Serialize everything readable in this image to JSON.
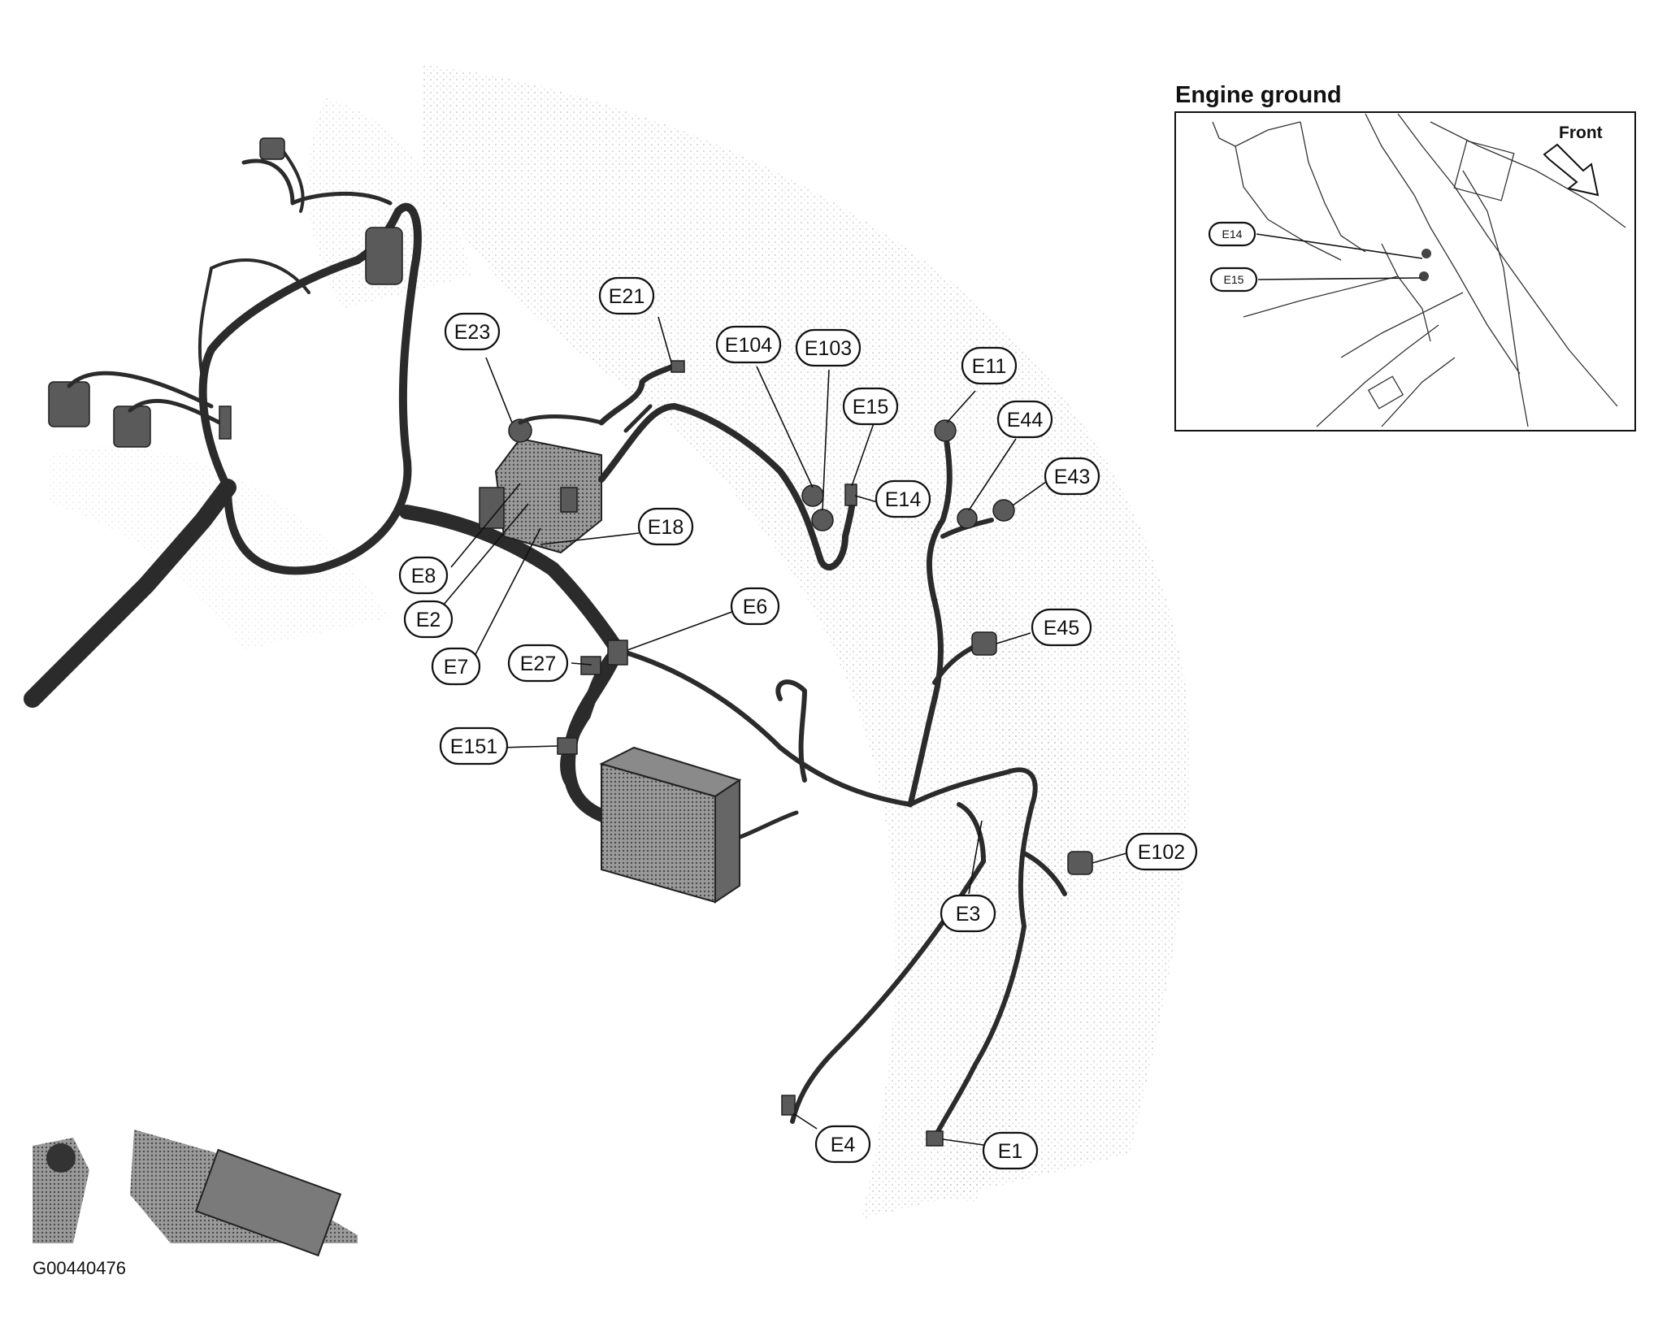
{
  "figure_id": "G00440476",
  "inset": {
    "title": "Engine ground",
    "front_label": "Front",
    "callouts": [
      "E14",
      "E15"
    ]
  },
  "connectors": {
    "E21": "E21",
    "E23": "E23",
    "E104": "E104",
    "E103": "E103",
    "E15": "E15",
    "E11": "E11",
    "E44": "E44",
    "E43": "E43",
    "E14": "E14",
    "E18": "E18",
    "E8": "E8",
    "E2": "E2",
    "E7": "E7",
    "E6": "E6",
    "E27": "E27",
    "E45": "E45",
    "E151": "E151",
    "E102": "E102",
    "E3": "E3",
    "E4": "E4",
    "E1": "E1"
  }
}
